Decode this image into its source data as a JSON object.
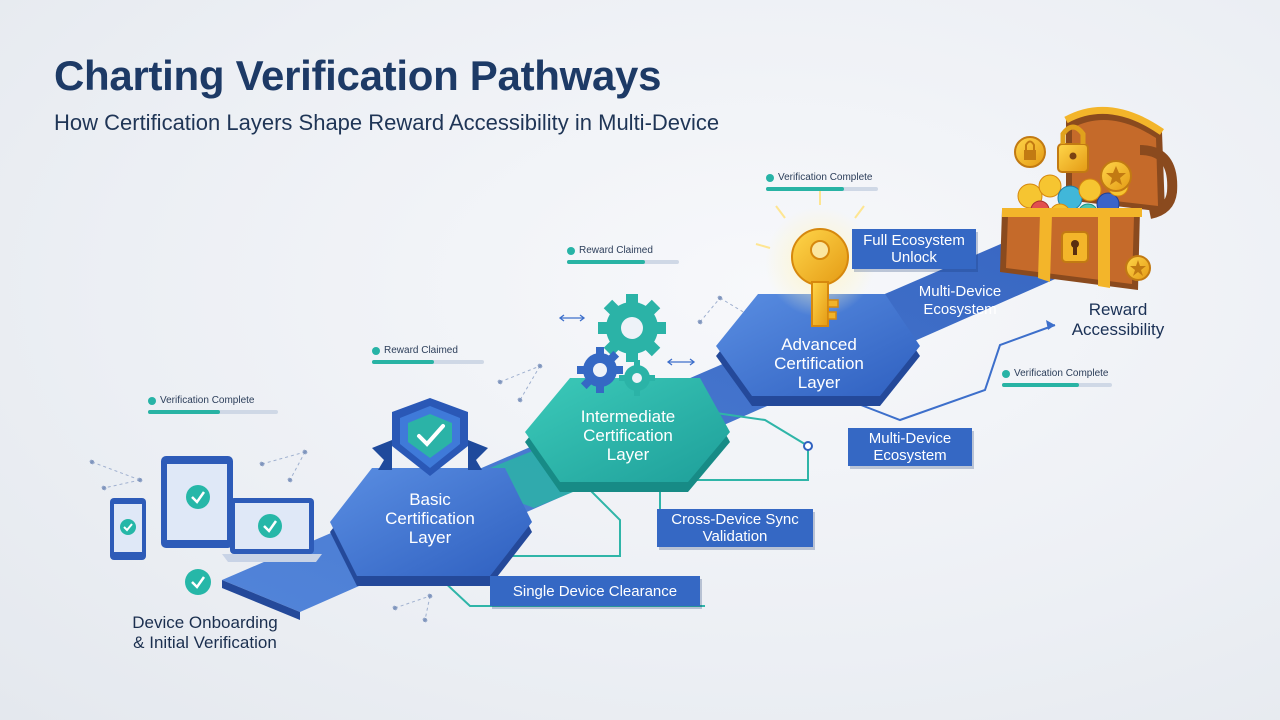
{
  "header": {
    "title": "Charting Verification Pathways",
    "subtitle": "How Certification Layers Shape Reward Accessibility in Multi-Device"
  },
  "colors": {
    "blue": "#3568c4",
    "teal": "#26b7a8",
    "navy": "#1d3a66",
    "gold": "#f3b52a"
  },
  "stages": [
    {
      "id": "onboarding",
      "label_line1": "Device Onboarding",
      "label_line2": "& Initial Verification"
    },
    {
      "id": "basic",
      "label_line1": "Basic",
      "label_line2": "Certification",
      "label_line3": "Layer"
    },
    {
      "id": "intermediate",
      "label_line1": "Intermediate",
      "label_line2": "Certification",
      "label_line3": "Layer"
    },
    {
      "id": "advanced",
      "label_line1": "Advanced",
      "label_line2": "Certification",
      "label_line3": "Layer"
    },
    {
      "id": "reward",
      "label_line1": "Reward",
      "label_line2": "Accessibility"
    }
  ],
  "callouts": {
    "single_device": "Single Device Clearance",
    "cross_device_line1": "Cross-Device Sync",
    "cross_device_line2": "Validation",
    "multi_device_lower_line1": "Multi-Device",
    "multi_device_lower_line2": "Ecosystem",
    "multi_device_upper_line1": "Multi-Device",
    "multi_device_upper_line2": "Ecosystem",
    "full_ecosystem_line1": "Full Ecosystem",
    "full_ecosystem_line2": "Unlock"
  },
  "status_tags": [
    {
      "text": "Verification Complete",
      "progress": 0.55
    },
    {
      "text": "Reward Claimed",
      "progress": 0.55
    },
    {
      "text": "Reward Claimed",
      "progress": 0.7
    },
    {
      "text": "Verification Complete",
      "progress": 0.7
    },
    {
      "text": "Verification Complete",
      "progress": 0.7
    }
  ],
  "icons": {
    "devices": "devices-icon",
    "shield": "shield-check-icon",
    "gears": "gears-icon",
    "key": "key-icon",
    "chest": "treasure-chest-icon"
  }
}
